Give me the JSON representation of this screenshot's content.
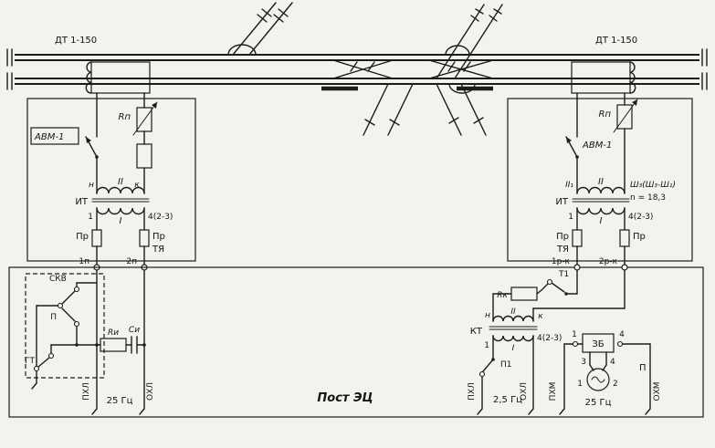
{
  "colors": {
    "ink": "#1c1c1c",
    "paper": "#f3f2ee"
  },
  "rails": {
    "dt_left": "ДТ 1-150",
    "dt_right": "ДТ 1-150"
  },
  "post": {
    "label": "Пост ЭЦ"
  },
  "left_feed": {
    "rp": "Rп",
    "avm": "АВМ-1",
    "it": "ИТ",
    "w2_left": "н",
    "w2": "II",
    "w2_right": "к",
    "t1": "1",
    "w1": "I",
    "t4": "4(2-3)",
    "fuse_l": "Пр",
    "fuse_r": "Пр",
    "tya": "ТЯ",
    "term_l": "1п",
    "term_r": "2п"
  },
  "left_post": {
    "skv": "СКВ",
    "p": "П",
    "gt": "ГТ",
    "ri": "Rи",
    "ci": "Си",
    "phl": "ПХЛ",
    "ohl": "ОХЛ",
    "freq": "25 Гц"
  },
  "right_feed": {
    "rp": "Rп",
    "avm": "АВМ-1",
    "it": "ИТ",
    "w2_left": "II₁",
    "w2": "II",
    "w2_right": "Ш₃(Ш₃-Ш₁)",
    "ratio": "n = 18,3",
    "t1": "1",
    "w1": "I",
    "t4": "4(2-3)",
    "fuse_l": "Пр",
    "fuse_r": "Пр",
    "tya": "ТЯ",
    "term_l": "1р-к",
    "term_r": "2р-к"
  },
  "right_post": {
    "rk": "Rк",
    "t1": "Т1",
    "kt": "КТ",
    "kt_n": "н",
    "kt_w2": "II",
    "kt_k": "к",
    "kt_1": "1",
    "kt_w1": "I",
    "kt_4": "4(2-3)",
    "p1": "П1",
    "zb": "ЗБ",
    "zb_1": "1",
    "zb_4": "4",
    "zb_3": "3",
    "zb_4b": "4",
    "conv_1": "1",
    "conv_2": "2",
    "p": "П",
    "phl": "ПХЛ",
    "freq_low": "2,5 Гц",
    "ohl": "ОХЛ",
    "phm": "ПХМ",
    "freq_high": "25 Гц",
    "ohm": "ОХМ"
  }
}
